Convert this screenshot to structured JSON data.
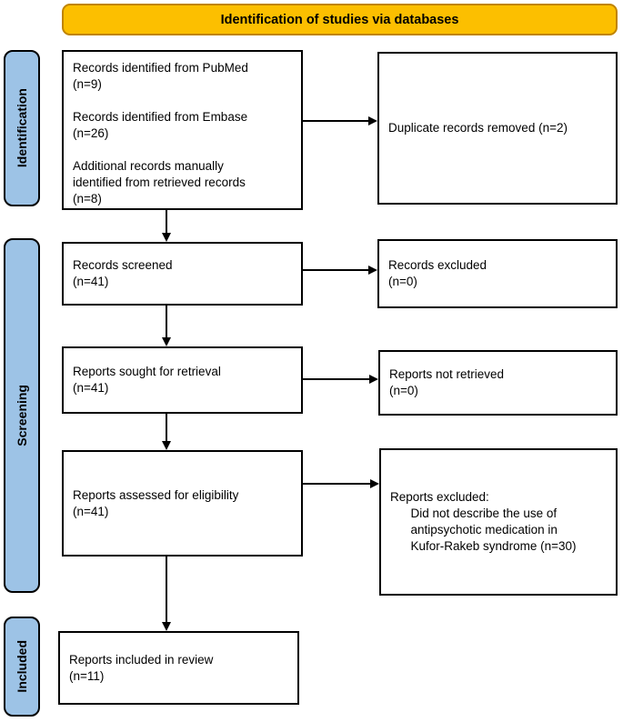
{
  "banner": {
    "title": "Identification of studies via databases"
  },
  "sidebar": {
    "identification": "Identification",
    "screening": "Screening",
    "included": "Included"
  },
  "flow": {
    "records_identified": "Records identified from PubMed\n(n=9)\n\nRecords identified from Embase\n(n=26)\n\nAdditional records manually\nidentified from retrieved records\n(n=8)",
    "duplicates_removed": "Duplicate records removed (n=2)",
    "records_screened": "Records screened\n(n=41)",
    "records_excluded": "Records excluded\n(n=0)",
    "reports_sought": "Reports sought for retrieval\n(n=41)",
    "reports_not_retrieved": "Reports not retrieved\n(n=0)",
    "reports_assessed": "Reports assessed for eligibility\n(n=41)",
    "reports_excluded": "Reports excluded:\n      Did not describe the use of\n      antipsychotic medication in\n      Kufor-Rakeb syndrome (n=30)",
    "reports_included": "Reports included in review\n(n=11)"
  },
  "counts": {
    "pubmed": 9,
    "embase": 26,
    "manual": 8,
    "duplicates_removed": 2,
    "screened": 41,
    "excluded_screening": 0,
    "sought": 41,
    "not_retrieved": 0,
    "assessed": 41,
    "excluded_eligibility": 30,
    "included": 11
  },
  "colors": {
    "banner_fill": "#FCBF00",
    "banner_border": "#C08400",
    "stage_fill": "#9DC3E6",
    "stage_border": "#000000",
    "box_border": "#000000"
  }
}
